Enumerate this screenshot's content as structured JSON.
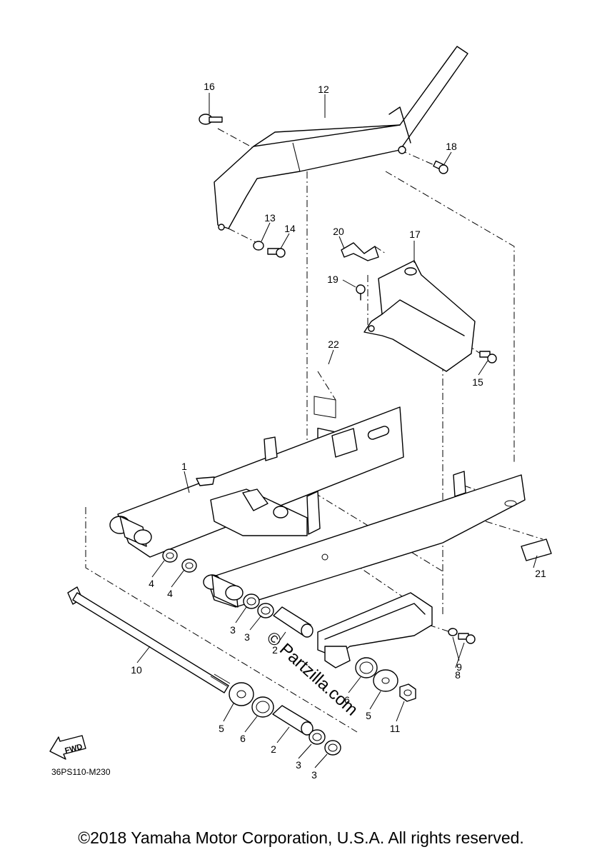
{
  "diagram_code": "36PS110-M230",
  "fwd_label": "FWD",
  "watermark": "© Partzilla.com",
  "footer": "©2018 Yamaha Motor Corporation, U.S.A. All rights reserved.",
  "callouts": [
    {
      "id": "c1",
      "label": "1"
    },
    {
      "id": "c2a",
      "label": "2"
    },
    {
      "id": "c2b",
      "label": "2"
    },
    {
      "id": "c3a",
      "label": "3"
    },
    {
      "id": "c3b",
      "label": "3"
    },
    {
      "id": "c3c",
      "label": "3"
    },
    {
      "id": "c3d",
      "label": "3"
    },
    {
      "id": "c4a",
      "label": "4"
    },
    {
      "id": "c4b",
      "label": "4"
    },
    {
      "id": "c5a",
      "label": "5"
    },
    {
      "id": "c5b",
      "label": "5"
    },
    {
      "id": "c6a",
      "label": "6"
    },
    {
      "id": "c6b",
      "label": "6"
    },
    {
      "id": "c8",
      "label": "8"
    },
    {
      "id": "c9",
      "label": "9"
    },
    {
      "id": "c10",
      "label": "10"
    },
    {
      "id": "c11",
      "label": "11"
    },
    {
      "id": "c12",
      "label": "12"
    },
    {
      "id": "c13",
      "label": "13"
    },
    {
      "id": "c14",
      "label": "14"
    },
    {
      "id": "c15",
      "label": "15"
    },
    {
      "id": "c16",
      "label": "16"
    },
    {
      "id": "c17",
      "label": "17"
    },
    {
      "id": "c18",
      "label": "18"
    },
    {
      "id": "c19",
      "label": "19"
    },
    {
      "id": "c20",
      "label": "20"
    },
    {
      "id": "c21",
      "label": "21"
    },
    {
      "id": "c22",
      "label": "22"
    }
  ]
}
